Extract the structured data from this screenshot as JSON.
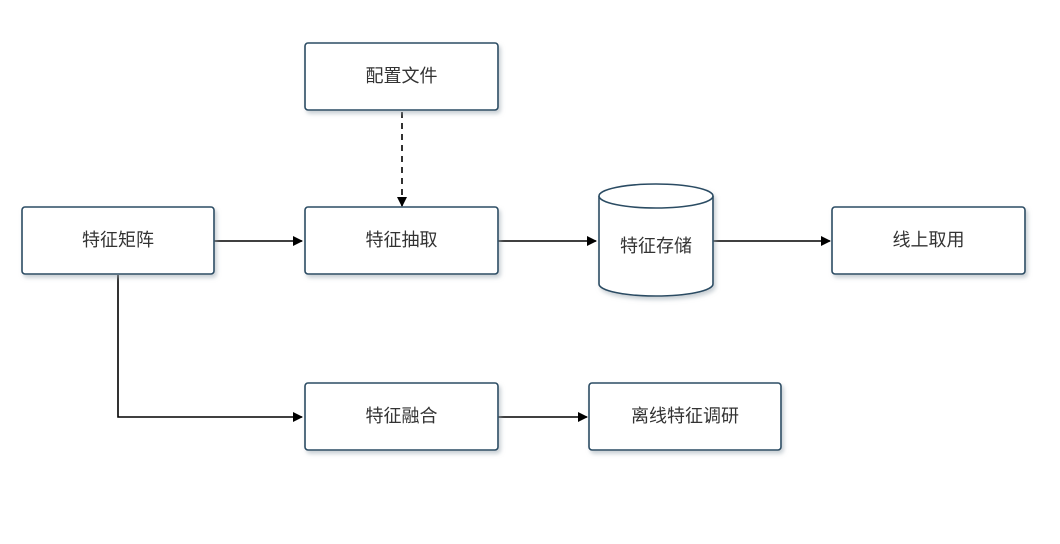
{
  "diagram": {
    "nodes": [
      {
        "id": "config_file",
        "label": "配置文件",
        "shape": "rect"
      },
      {
        "id": "feature_matrix",
        "label": "特征矩阵",
        "shape": "rect"
      },
      {
        "id": "feature_extract",
        "label": "特征抽取",
        "shape": "rect"
      },
      {
        "id": "feature_storage",
        "label": "特征存储",
        "shape": "cylinder"
      },
      {
        "id": "online_fetch",
        "label": "线上取用",
        "shape": "rect"
      },
      {
        "id": "feature_fusion",
        "label": "特征融合",
        "shape": "rect"
      },
      {
        "id": "offline_research",
        "label": "离线特征调研",
        "shape": "rect"
      }
    ],
    "edges": [
      {
        "from": "config_file",
        "to": "feature_extract",
        "style": "dashed"
      },
      {
        "from": "feature_matrix",
        "to": "feature_extract",
        "style": "solid"
      },
      {
        "from": "feature_extract",
        "to": "feature_storage",
        "style": "solid"
      },
      {
        "from": "feature_storage",
        "to": "online_fetch",
        "style": "solid"
      },
      {
        "from": "feature_matrix",
        "to": "feature_fusion",
        "style": "solid"
      },
      {
        "from": "feature_fusion",
        "to": "offline_research",
        "style": "solid"
      }
    ],
    "colors": {
      "node_border": "#2b4c63",
      "node_fill": "#ffffff",
      "edge": "#000000",
      "text": "#333333",
      "shadow": "#9aa7b0"
    }
  }
}
